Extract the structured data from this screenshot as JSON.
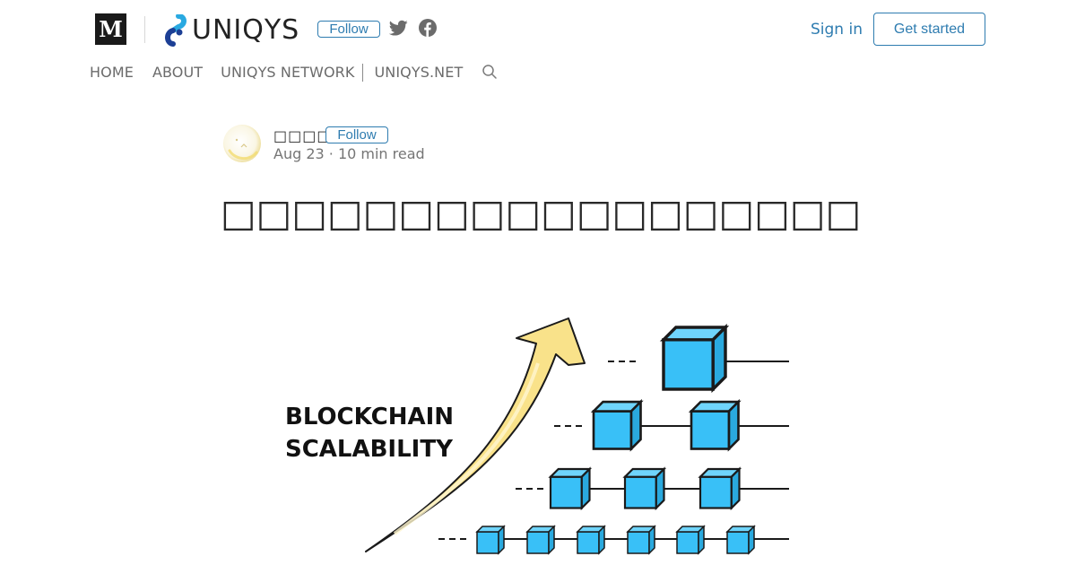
{
  "header": {
    "medium_logo_letter": "M",
    "publication_name": "UNIQYS",
    "follow_label": "Follow",
    "social_icons": [
      "twitter-icon",
      "facebook-icon"
    ],
    "sign_in_label": "Sign in",
    "get_started_label": "Get started",
    "accent_color": "#2e7cb0"
  },
  "nav": {
    "items": [
      {
        "label": "HOME"
      },
      {
        "label": "ABOUT"
      },
      {
        "label": "UNIQYS NETWORK"
      },
      {
        "label": "UNIQYS.NET"
      }
    ],
    "search_icon": "search-icon"
  },
  "article": {
    "author": {
      "name": "□□□□□",
      "follow_label": "Follow",
      "meta": "Aug 23 · 10 min read"
    },
    "title": "□□□□□□□□□□□□□□□□□□",
    "hero": {
      "text_line_1": "BLOCKCHAIN",
      "text_line_2": "SCALABILITY",
      "block_color": "#39c0f7",
      "arrow_color": "#f9e28a"
    }
  }
}
